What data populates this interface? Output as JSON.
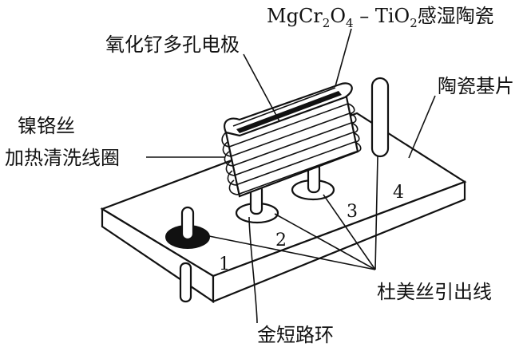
{
  "labels": {
    "ceramic_formula": "MgCr",
    "ceramic_sub1": "2",
    "ceramic_mid": "O",
    "ceramic_sub2": "4",
    "ceramic_dash": " – TiO",
    "ceramic_sub3": "2",
    "ceramic_cn": "感湿陶瓷",
    "electrode": "氧化钌多孔电极",
    "substrate": "陶瓷基片",
    "nichrome": "镍铬丝",
    "heater": "加热清洗线圈",
    "lead_wire": "杜美丝引出线",
    "gold_ring": "金短路环"
  },
  "numbers": {
    "n1": "1",
    "n2": "2",
    "n3": "3",
    "n4": "4"
  }
}
